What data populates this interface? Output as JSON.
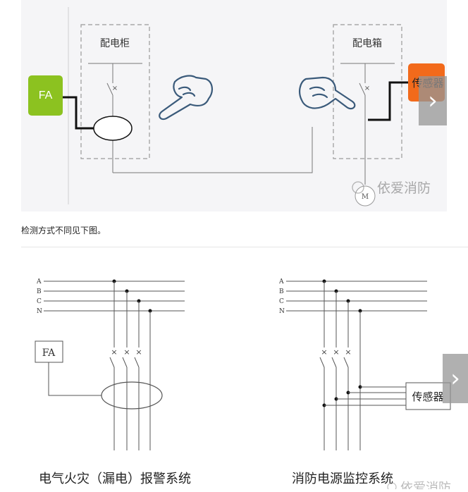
{
  "top_diagram": {
    "cabinet_label": "配电柜",
    "box_label": "配电箱",
    "fa_label": "FA",
    "sensor_label": "传感器",
    "watermark": "依爱消防",
    "motor_label": "M",
    "colors": {
      "fa_box": "#8cc220",
      "sensor_box": "#f26a1b",
      "hand_stroke": "#3a5a7a"
    }
  },
  "caption": "检测方式不同见下图。",
  "bottom_diagram": {
    "left": {
      "bus_labels": [
        "A",
        "B",
        "C",
        "N"
      ],
      "fa_label": "FA",
      "title": "电气火灾（漏电）报警系统"
    },
    "right": {
      "bus_labels": [
        "A",
        "B",
        "C",
        "N"
      ],
      "sensor_label": "传感器",
      "title": "消防电源监控系统"
    },
    "watermark": "依爱消防"
  },
  "nav": {
    "next_icon": "chevron-right-icon"
  }
}
